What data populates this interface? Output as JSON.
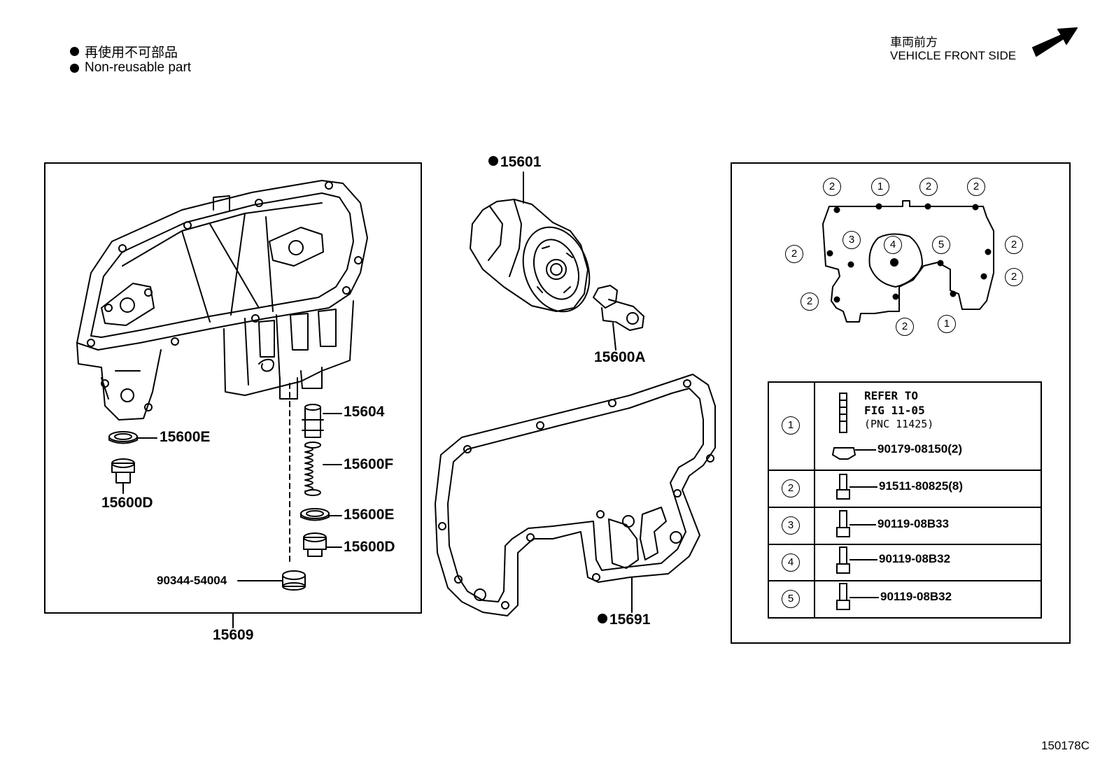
{
  "legend": {
    "non_reusable_jp": "再使用不可部品",
    "non_reusable_en": "Non-reusable part"
  },
  "direction": {
    "jp": "車両前方",
    "en": "VEHICLE FRONT SIDE"
  },
  "parts": {
    "p15601": "15601",
    "p15600A": "15600A",
    "p15691": "15691",
    "p15609": "15609",
    "p15604": "15604",
    "p15600F": "15600F",
    "p15600E_left": "15600E",
    "p15600E_right": "15600E",
    "p15600D_left": "15600D",
    "p15600D_right": "15600D",
    "p90344": "90344-54004"
  },
  "bolt_positions": {
    "top": [
      "2",
      "1",
      "2",
      "2"
    ],
    "left": [
      "2",
      "3",
      "2"
    ],
    "center": [
      "4",
      "5"
    ],
    "right": [
      "2",
      "2"
    ],
    "bottom": [
      "2",
      "1"
    ]
  },
  "fastener_table": [
    {
      "index": "1",
      "refer_line1": "REFER TO",
      "refer_line2": "FIG 11-05",
      "refer_line3": "(PNC 11425)",
      "part": "90179-08150(2)"
    },
    {
      "index": "2",
      "part": "91511-80825(8)"
    },
    {
      "index": "3",
      "part": "90119-08B33"
    },
    {
      "index": "4",
      "part": "90119-08B32"
    },
    {
      "index": "5",
      "part": "90119-08B32"
    }
  ],
  "figure_code": "150178C"
}
